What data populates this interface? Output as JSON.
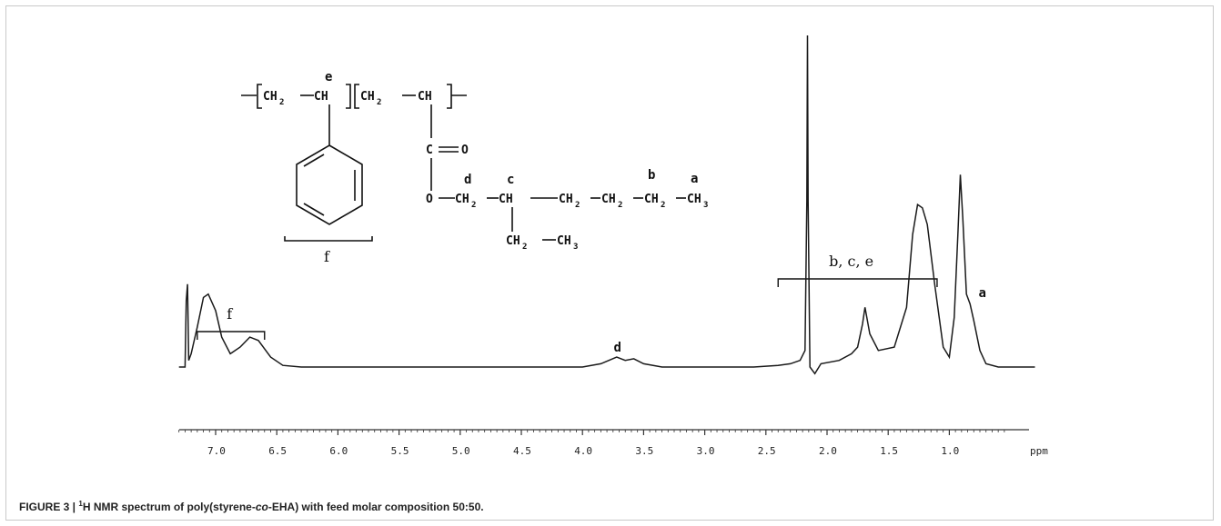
{
  "figure": {
    "caption_prefix": "FIGURE 3 | ",
    "caption_sup": "1",
    "caption_mid": "H NMR spectrum of poly(styrene-",
    "caption_italic": "co",
    "caption_end": "-EHA) with feed molar composition 50:50."
  },
  "structure": {
    "atom_labels": {
      "e": "e",
      "d": "d",
      "c": "c",
      "b": "b",
      "a": "a",
      "f": "f"
    },
    "ch2": "CH",
    "ch": "CH",
    "ch3": "CH",
    "sub2": "2",
    "sub3": "3",
    "c": "C",
    "o": "O"
  },
  "chart_data": {
    "type": "line",
    "title": "",
    "xlabel": "ppm",
    "ylabel": "",
    "x_reversed": true,
    "xlim": [
      7.3,
      0.3
    ],
    "x_ticks": [
      "7.0",
      "6.5",
      "6.0",
      "5.5",
      "5.0",
      "4.5",
      "4.0",
      "3.5",
      "3.0",
      "2.5",
      "2.0",
      "1.5",
      "1.0"
    ],
    "series": [
      {
        "points": [
          [
            7.3,
            0.0
          ],
          [
            7.25,
            0.0
          ],
          [
            7.24,
            0.2
          ],
          [
            7.23,
            0.25
          ],
          [
            7.22,
            0.02
          ],
          [
            7.2,
            0.04
          ],
          [
            7.15,
            0.12
          ],
          [
            7.1,
            0.21
          ],
          [
            7.06,
            0.22
          ],
          [
            7.0,
            0.17
          ],
          [
            6.95,
            0.09
          ],
          [
            6.88,
            0.04
          ],
          [
            6.8,
            0.06
          ],
          [
            6.72,
            0.09
          ],
          [
            6.65,
            0.08
          ],
          [
            6.55,
            0.03
          ],
          [
            6.45,
            0.005
          ],
          [
            6.3,
            0.0
          ],
          [
            5.0,
            0.0
          ],
          [
            4.0,
            0.0
          ],
          [
            3.85,
            0.01
          ],
          [
            3.72,
            0.03
          ],
          [
            3.65,
            0.02
          ],
          [
            3.58,
            0.025
          ],
          [
            3.5,
            0.01
          ],
          [
            3.35,
            0.0
          ],
          [
            2.6,
            0.0
          ],
          [
            2.4,
            0.005
          ],
          [
            2.3,
            0.01
          ],
          [
            2.22,
            0.02
          ],
          [
            2.18,
            0.05
          ],
          [
            2.165,
            0.5
          ],
          [
            2.16,
            1.0
          ],
          [
            2.155,
            0.5
          ],
          [
            2.14,
            0.0
          ],
          [
            2.1,
            -0.02
          ],
          [
            2.05,
            0.01
          ],
          [
            1.9,
            0.02
          ],
          [
            1.8,
            0.04
          ],
          [
            1.75,
            0.06
          ],
          [
            1.71,
            0.13
          ],
          [
            1.69,
            0.18
          ],
          [
            1.65,
            0.1
          ],
          [
            1.58,
            0.05
          ],
          [
            1.45,
            0.06
          ],
          [
            1.35,
            0.18
          ],
          [
            1.3,
            0.4
          ],
          [
            1.26,
            0.49
          ],
          [
            1.22,
            0.48
          ],
          [
            1.18,
            0.43
          ],
          [
            1.12,
            0.25
          ],
          [
            1.05,
            0.06
          ],
          [
            1.0,
            0.03
          ],
          [
            0.96,
            0.15
          ],
          [
            0.93,
            0.4
          ],
          [
            0.91,
            0.58
          ],
          [
            0.89,
            0.45
          ],
          [
            0.86,
            0.22
          ],
          [
            0.83,
            0.19
          ],
          [
            0.8,
            0.14
          ],
          [
            0.75,
            0.05
          ],
          [
            0.7,
            0.01
          ],
          [
            0.6,
            0.0
          ],
          [
            0.4,
            0.0
          ],
          [
            0.3,
            0.0
          ]
        ]
      }
    ],
    "annotations": [
      {
        "label": "f",
        "range": [
          7.15,
          6.6
        ]
      },
      {
        "label": "d",
        "at": 3.7
      },
      {
        "label": "b, c, e",
        "range": [
          2.4,
          1.1
        ]
      },
      {
        "label": "a",
        "at": 0.85
      }
    ]
  }
}
